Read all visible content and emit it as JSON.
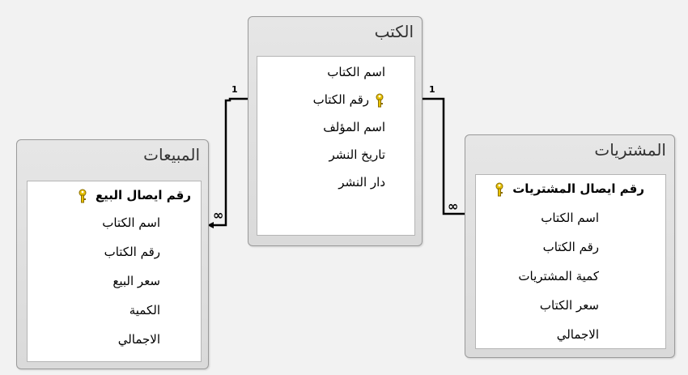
{
  "tables": {
    "books": {
      "title": "الكتب",
      "fields": [
        {
          "label": "اسم الكتاب",
          "primary_key": false
        },
        {
          "label": "رقم الكتاب",
          "primary_key": true
        },
        {
          "label": "اسم المؤلف",
          "primary_key": false
        },
        {
          "label": "تاريخ النشر",
          "primary_key": false
        },
        {
          "label": "دار النشر",
          "primary_key": false
        }
      ]
    },
    "sales": {
      "title": "المبيعات",
      "fields": [
        {
          "label": "رقم ايصال البيع",
          "primary_key": true
        },
        {
          "label": "اسم الكتاب",
          "primary_key": false
        },
        {
          "label": "رقم الكتاب",
          "primary_key": false
        },
        {
          "label": "سعر البيع",
          "primary_key": false
        },
        {
          "label": "الكمية",
          "primary_key": false
        },
        {
          "label": "الاجمالي",
          "primary_key": false
        }
      ]
    },
    "purchases": {
      "title": "المشتريات",
      "fields": [
        {
          "label": "رقم ايصال المشتريات",
          "primary_key": true
        },
        {
          "label": "اسم الكتاب",
          "primary_key": false
        },
        {
          "label": "رقم الكتاب",
          "primary_key": false
        },
        {
          "label": "كمية المشتريات",
          "primary_key": false
        },
        {
          "label": "سعر الكتاب",
          "primary_key": false
        },
        {
          "label": "الاجمالي",
          "primary_key": false
        }
      ]
    }
  },
  "relationships": {
    "books_sales": {
      "one_label": "1",
      "many_label": "∞"
    },
    "books_purchases": {
      "one_label": "1",
      "many_label": "∞"
    }
  },
  "colors": {
    "line": "#000000",
    "key": "#d4a017"
  },
  "icons": {
    "primary_key": "key-icon"
  }
}
